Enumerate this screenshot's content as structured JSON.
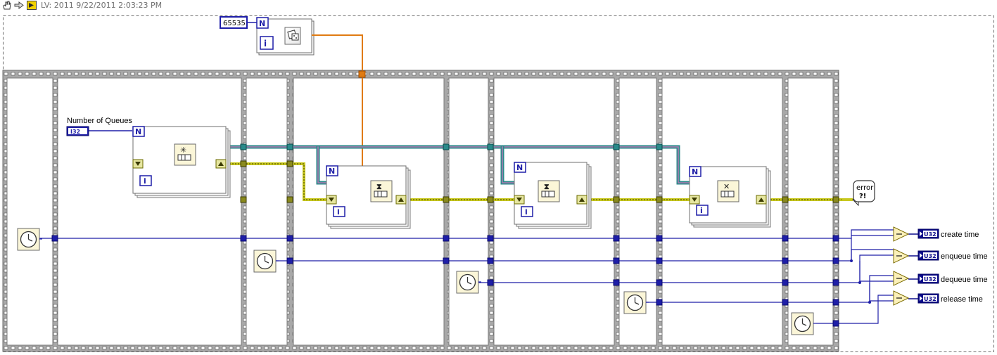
{
  "window": {
    "title": "LV: 2011 9/22/2011 2:03:23 PM"
  },
  "toolbar": {
    "icons": [
      "hand-icon",
      "arrow-icon",
      "labview-icon"
    ]
  },
  "diagram": {
    "constant_value": "65535",
    "for_loop_count_terminal": "N",
    "iteration_terminal": "i",
    "control_label": "Number of Queues",
    "control_type": "I32",
    "error_out_label": "error",
    "error_out_glyph": "?!",
    "indicator_type": "U32",
    "indicators": [
      "create time",
      "enqueue time",
      "dequeue time",
      "release time"
    ],
    "nodes": [
      "random-number-icon",
      "obtain-queue-icon",
      "enqueue-element-icon",
      "dequeue-element-icon",
      "release-queue-icon",
      "tick-count-icon",
      "subtract-icon"
    ],
    "colors": {
      "loop_border": "#6f6f6f",
      "numeric_wire": "#1e1ea8",
      "u32_wire": "#0a0a8a",
      "dbl_wire": "#e07b12",
      "error_wire": "#c8c81e",
      "refnum_wire": "#2a8a8a",
      "flat_seq_fill": "#b4b4b4"
    }
  }
}
